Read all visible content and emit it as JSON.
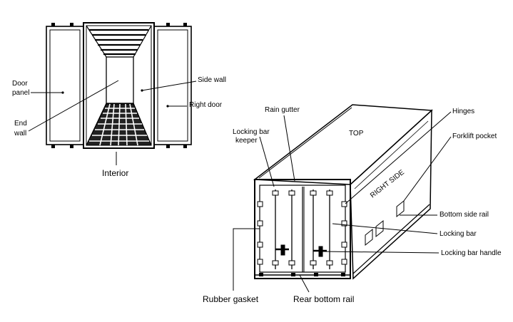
{
  "plan_view": {
    "labels": {
      "door_panel_1": "Door",
      "door_panel_2": "panel",
      "end_wall_1": "End",
      "end_wall_2": "wall",
      "side_wall": "Side wall",
      "right_door": "Right door",
      "interior": "Interior"
    }
  },
  "container_view": {
    "labels": {
      "rain_gutter": "Rain gutter",
      "locking_bar_keeper_1": "Locking bar",
      "locking_bar_keeper_2": "keeper",
      "hinges": "Hinges",
      "forklift_pocket": "Forklift pocket",
      "top": "TOP",
      "right_side": "RIGHT SIDE",
      "bottom_side_rail": "Bottom side rail",
      "locking_bar": "Locking bar",
      "locking_bar_handle": "Locking bar handle",
      "rubber_gasket": "Rubber gasket",
      "rear_bottom_rail": "Rear bottom rail"
    }
  }
}
